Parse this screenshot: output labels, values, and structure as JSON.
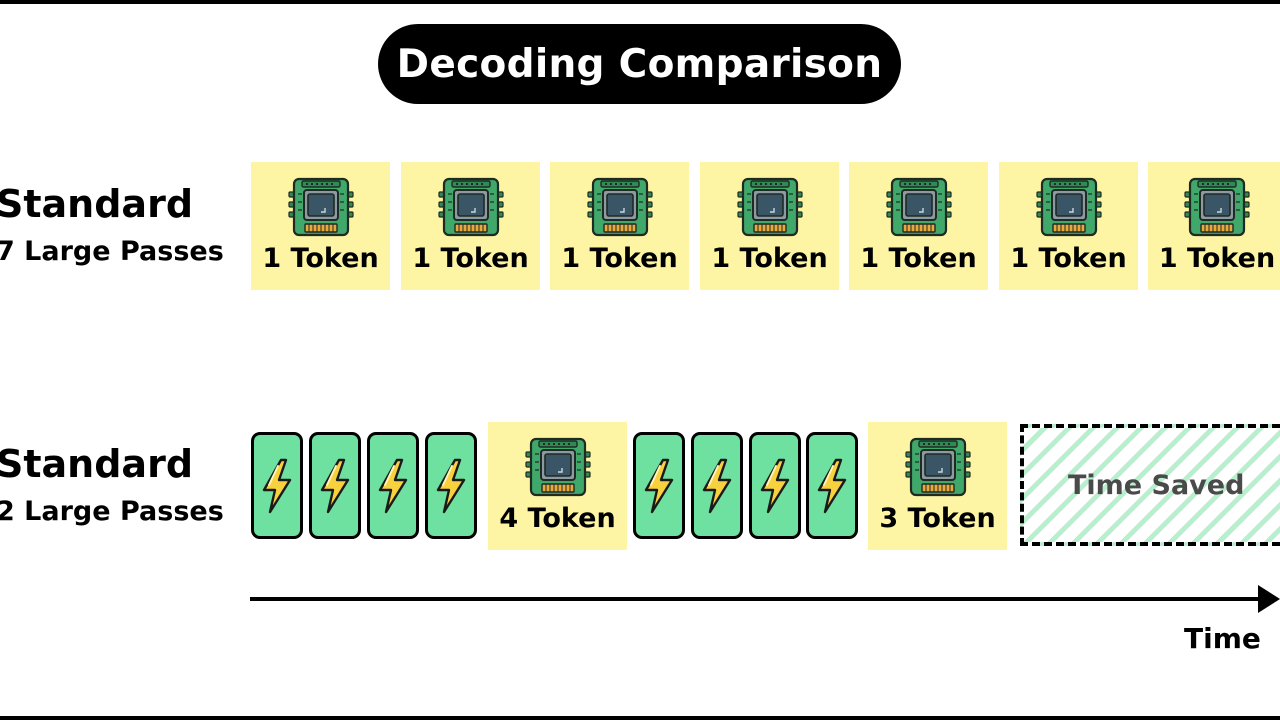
{
  "title": "Decoding Comparison",
  "rows": [
    {
      "label": "Standard",
      "sublabel": "7 Large Passes",
      "tokens": [
        "1 Token",
        "1 Token",
        "1 Token",
        "1 Token",
        "1 Token",
        "1 Token",
        "1 Token"
      ]
    },
    {
      "label": "Standard",
      "sublabel": "2 Large Passes",
      "tokens": [
        "4 Token",
        "3 Token"
      ]
    }
  ],
  "time_saved": "Time Saved",
  "axis_label": "Time",
  "icons": {
    "large_pass": "processor-chip-icon",
    "draft_step": "lightning-bolt-icon"
  },
  "colors": {
    "token_box": "#fdf5a4",
    "draft_card": "#6ee09f",
    "chip_board": "#3fa86a",
    "chip_core": "#3a5566",
    "bolt": "#f7d23e",
    "stripe": "#b7efcf"
  }
}
